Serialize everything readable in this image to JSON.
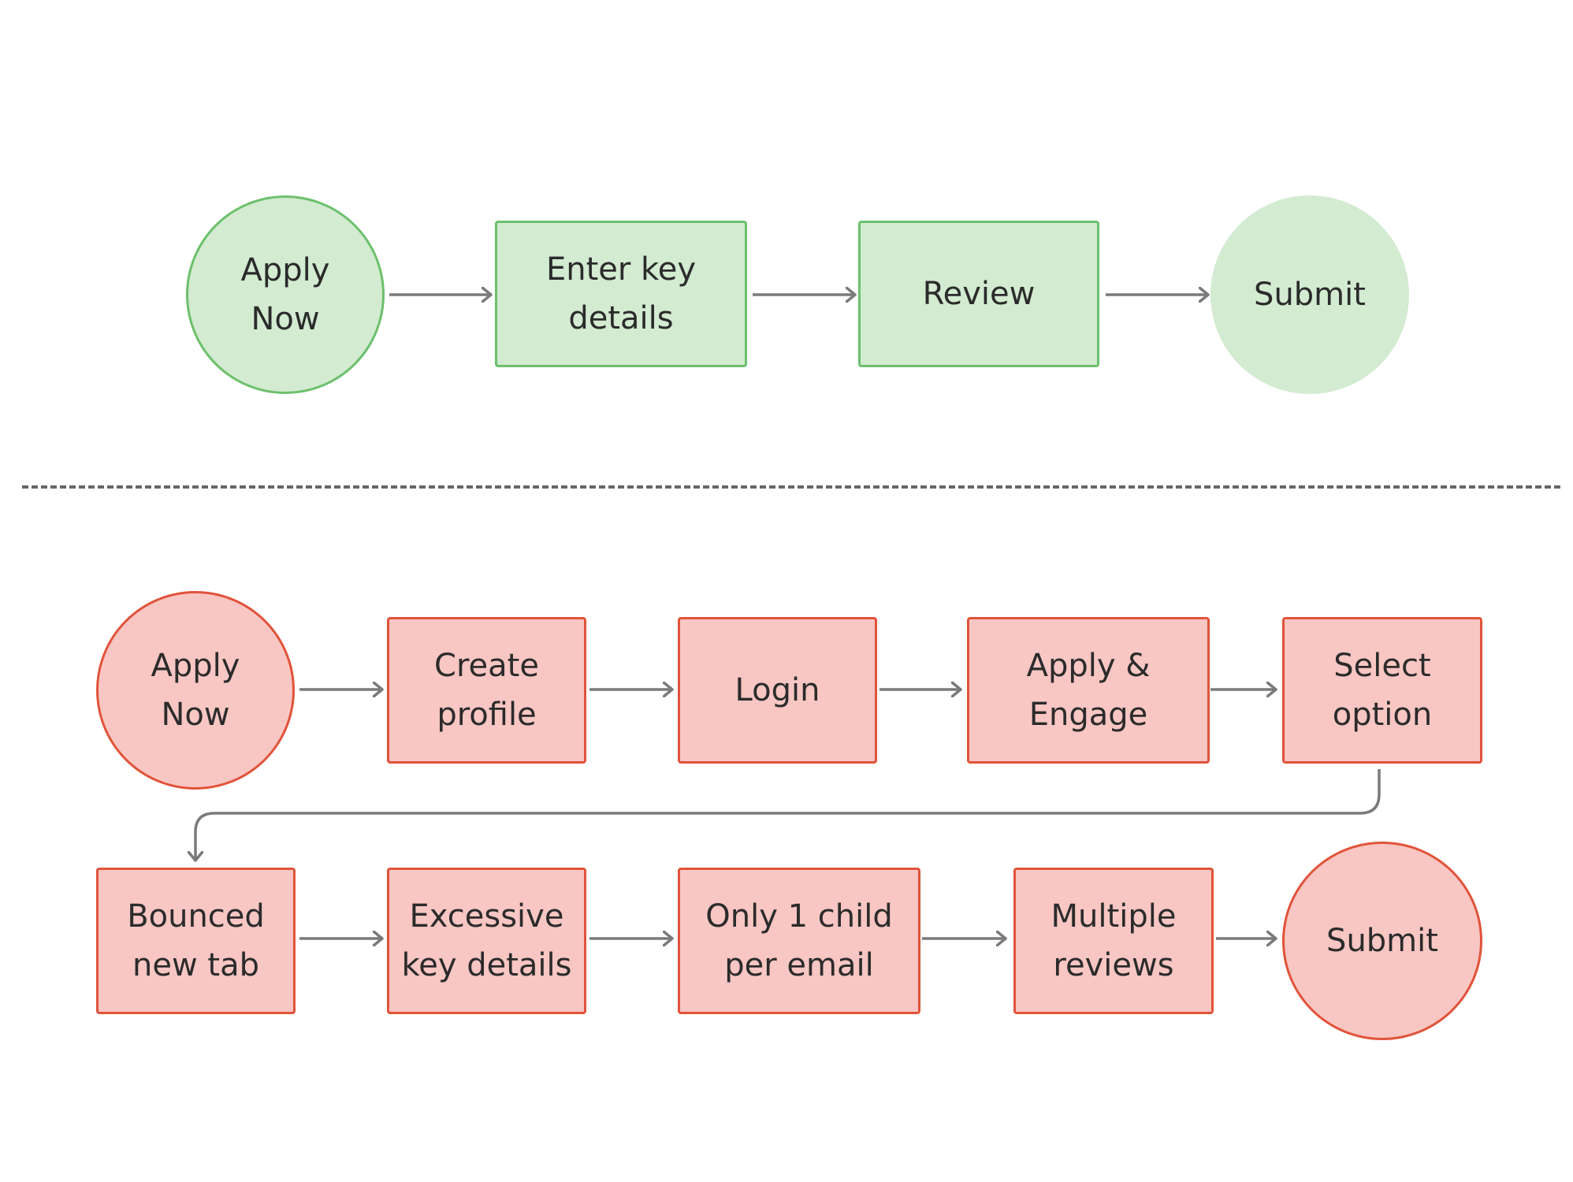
{
  "colors": {
    "green_fill": "#d3ebd1",
    "green_border": "#6cc06c",
    "red_fill": "#f8c6c3",
    "red_border": "#e0533a",
    "arrow": "#7a7a7a",
    "divider": "#666666"
  },
  "top_flow": {
    "apply_now": "Apply\nNow",
    "enter_key_details": "Enter key\ndetails",
    "review": "Review",
    "submit": "Submit"
  },
  "bottom_flow": {
    "apply_now": "Apply\nNow",
    "create_profile": "Create\nprofile",
    "login": "Login",
    "apply_engage": "Apply &\nEngage",
    "select_option": "Select\noption",
    "bounced_new_tab": "Bounced\nnew tab",
    "excessive_key_details": "Excessive\nkey details",
    "only_1_child": "Only 1 child\nper email",
    "multiple_reviews": "Multiple\nreviews",
    "submit": "Submit"
  }
}
